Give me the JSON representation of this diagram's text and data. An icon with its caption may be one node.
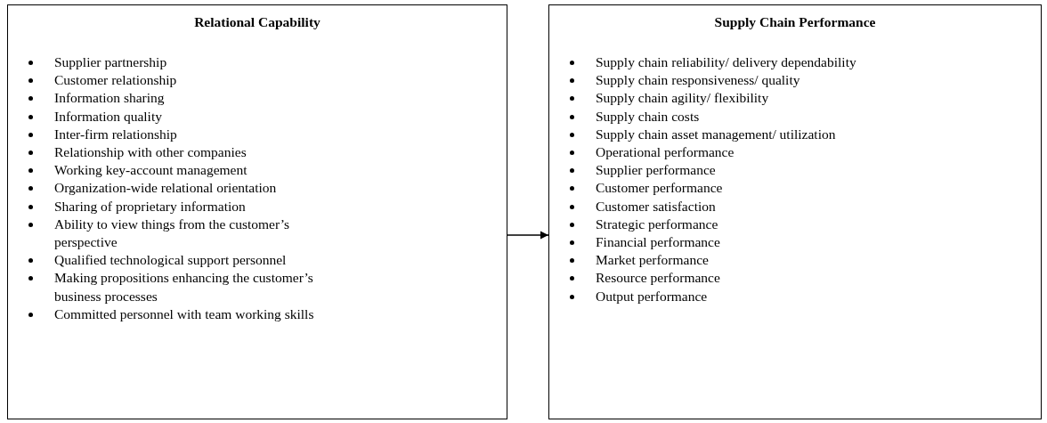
{
  "diagram": {
    "nodes": [
      {
        "text": [
          "Relational Capability",
          "Supplier partnership",
          "Customer relationship",
          "Information sharing",
          "Information quality",
          "Inter-firm relationship",
          "Relationship with other companies",
          "Working key-account management",
          "Organization-wide relational orientation",
          "Sharing of proprietary information",
          "Ability to view things from the customer’s perspective",
          "Qualified technological support personnel",
          "Making propositions enhancing the customer’s business processes",
          "Committed personnel with team working skills"
        ]
      },
      {
        "text": [
          "Supply Chain Performance",
          "Supply chain reliability/ delivery dependability",
          "Supply chain responsiveness/ quality",
          "Supply chain agility/ flexibility",
          "Supply chain costs",
          "Supply chain asset management/ utilization",
          "Operational performance",
          "Supplier performance",
          "Customer performance",
          "Customer satisfaction",
          "Strategic performance",
          "Financial performance",
          "Market performance",
          "Resource performance",
          "Output performance"
        ]
      }
    ],
    "edges": [
      {
        "from": 0,
        "to": 1,
        "arrow": "to"
      }
    ]
  }
}
